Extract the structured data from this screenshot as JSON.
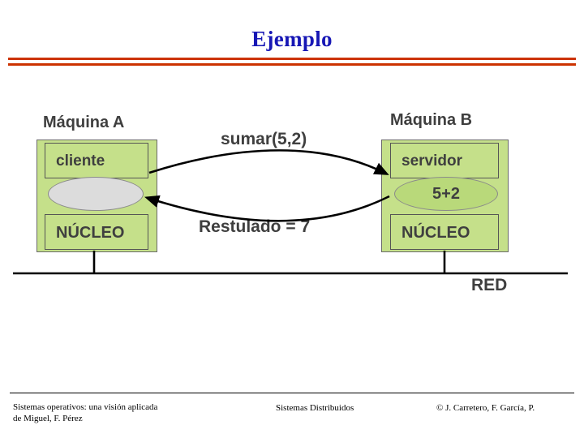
{
  "slide": {
    "title": "Ejemplo"
  },
  "diagram": {
    "machine_a_label": "Máquina A",
    "machine_b_label": "Máquina B",
    "client_box": "cliente",
    "server_box": "servidor",
    "kernel_a_box": "NÚCLEO",
    "kernel_b_box": "NÚCLEO",
    "server_stub": "5+2",
    "call_label": "sumar(5,2)",
    "return_label": "Restulado = 7",
    "network_label": "RED"
  },
  "footer": {
    "left_line1": "Sistemas operativos: una visión aplicada",
    "left_line2": "de Miguel, F. Pérez",
    "center": "Sistemas Distribuidos",
    "right": "© J. Carretero, F. García, P."
  },
  "colors": {
    "title": "#1717b5",
    "rule": "#cc3300",
    "box_fill": "#c5e08a",
    "stub_fill": "#dcdcdc",
    "text": "#3f3f3f"
  }
}
